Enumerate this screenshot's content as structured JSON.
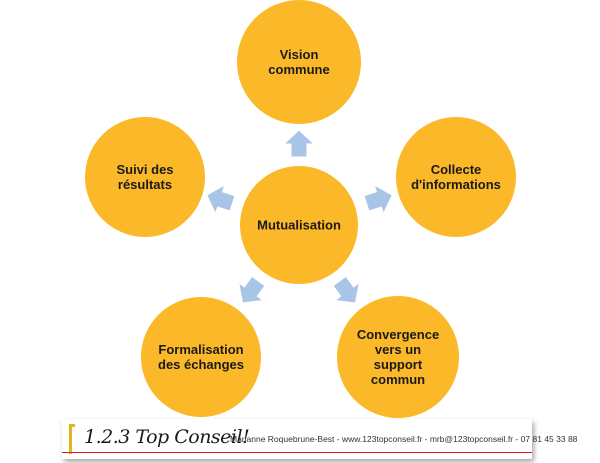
{
  "colors": {
    "circle": "#fbb829",
    "arrow": "#a8c4e6",
    "accent": "#e3b51b"
  },
  "center": {
    "label": [
      "Mutualisation"
    ]
  },
  "nodes": [
    {
      "label": [
        "Vision",
        "commune"
      ]
    },
    {
      "label": [
        "Collecte",
        "d'informations"
      ]
    },
    {
      "label": [
        "Convergence",
        "vers un",
        "support",
        "commun"
      ]
    },
    {
      "label": [
        "Formalisation",
        "des échanges"
      ]
    },
    {
      "label": [
        "Suivi des",
        "résultats"
      ]
    }
  ],
  "footer": {
    "logo_text": "1.2.3 Top Conseil!",
    "contact": "Marianne Roquebrune-Best - www.123topconseil.fr - mrb@123topconseil.fr - 07 81 45 33 88"
  }
}
